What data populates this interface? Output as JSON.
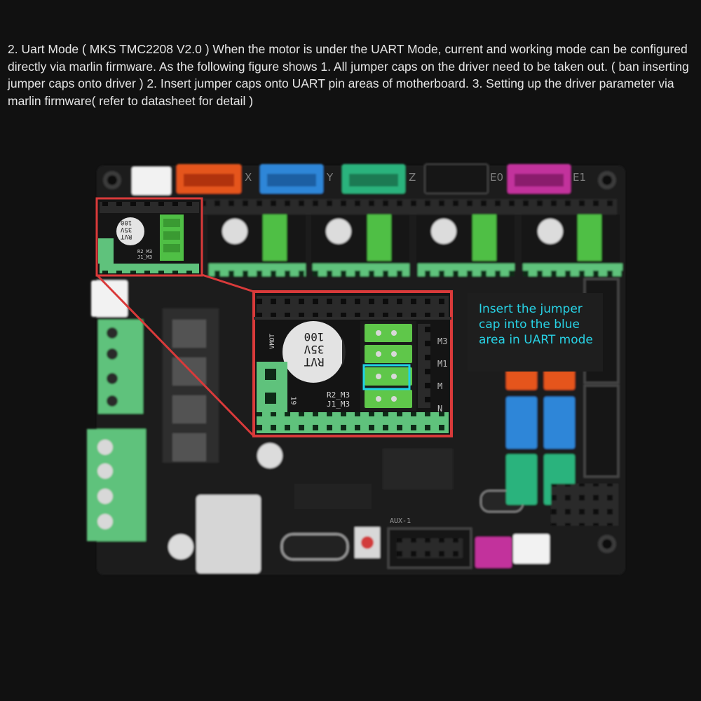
{
  "description": "2. Uart Mode ( MKS TMC2208 V2.0 ) When the motor is under the UART Mode, current and working mode can be configured directly via marlin firmware. As the following figure shows 1. All jumper caps on the driver need to be taken out. ( ban inserting jumper caps onto driver ) 2. Insert jumper caps onto UART pin areas of motherboard. 3. Setting up the driver parameter via marlin firmware( refer to datasheet for detail )",
  "callout": "Insert the jumper cap into the blue area in UART mode",
  "connectors": {
    "x": "X",
    "y": "Y",
    "z": "Z",
    "e0": "E0",
    "e1": "E1"
  },
  "board_silkscreen": {
    "capacitor_lines": [
      "RVT",
      "35V",
      "100"
    ],
    "vmot": "VMOT",
    "r2_m3": "R2_M3",
    "j1_m3": "J1_M3",
    "pin19": "19",
    "m_labels": [
      "M3",
      "M1",
      "M",
      "N"
    ],
    "aux": "AUX-1"
  },
  "colors": {
    "background": "#111111",
    "text": "#e6e6e6",
    "callout_text": "#28d3e6",
    "highlight_frame": "#d93a3a",
    "uart_box": "#1fd3e6",
    "terminal_green": "#5fc27c",
    "jumper_green": "#5fc74a",
    "conn_orange": "#e5541f",
    "conn_blue": "#2f86d8",
    "conn_teal": "#2cb37d",
    "conn_magenta": "#c2339c"
  }
}
